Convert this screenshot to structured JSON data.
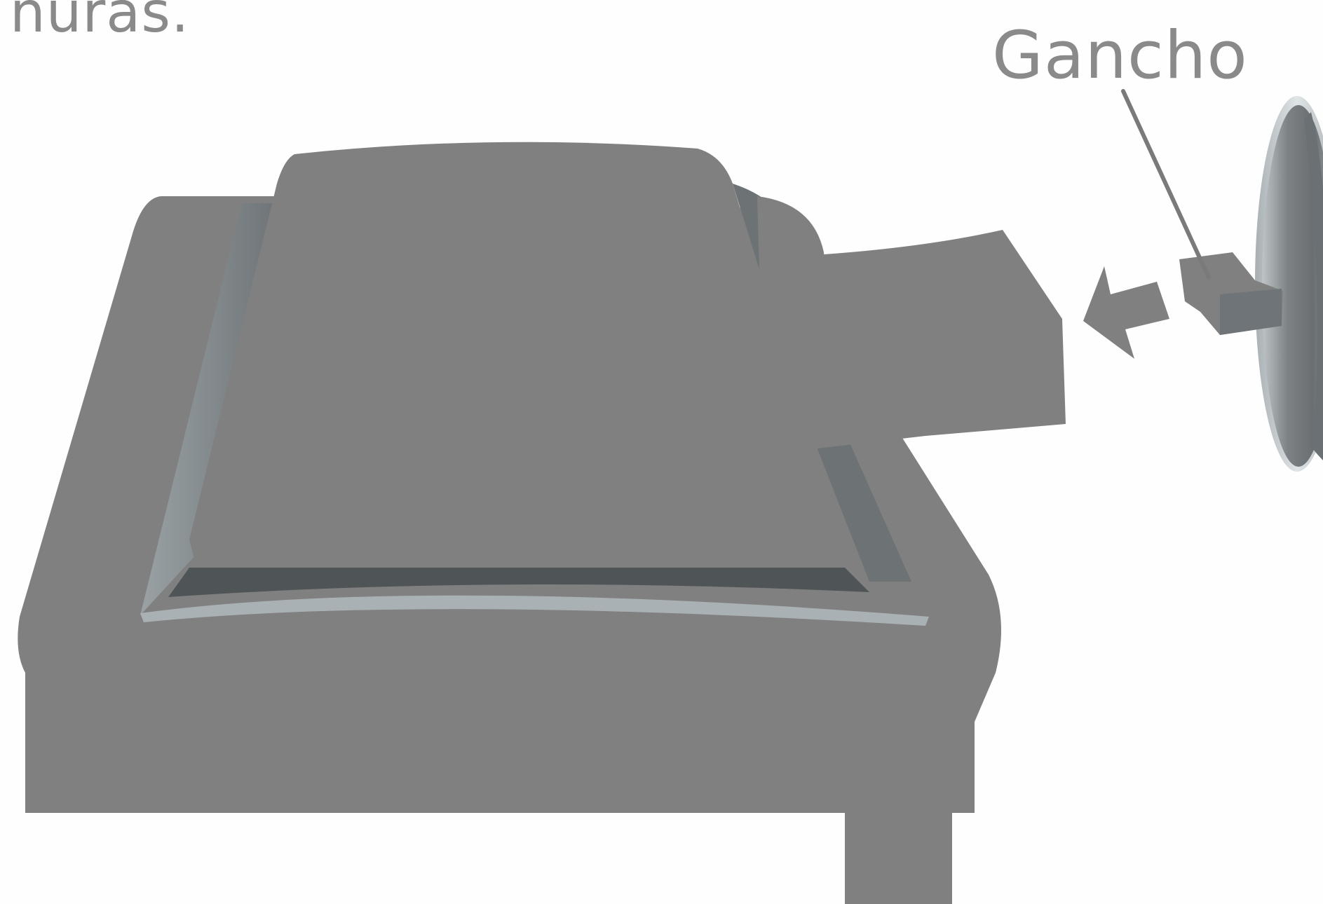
{
  "figure": {
    "caption_fragment": "nuras.",
    "callout_label": "Gancho",
    "colors": {
      "body": "#808080",
      "shadow": "#5e6466",
      "highlight": "#bcc3c6",
      "text": "#8a8a8a",
      "background": "#fefefe"
    },
    "icons": [
      "stand-base",
      "stand-neck",
      "monitor-back-disc",
      "hook-tab",
      "insert-arrow"
    ]
  }
}
